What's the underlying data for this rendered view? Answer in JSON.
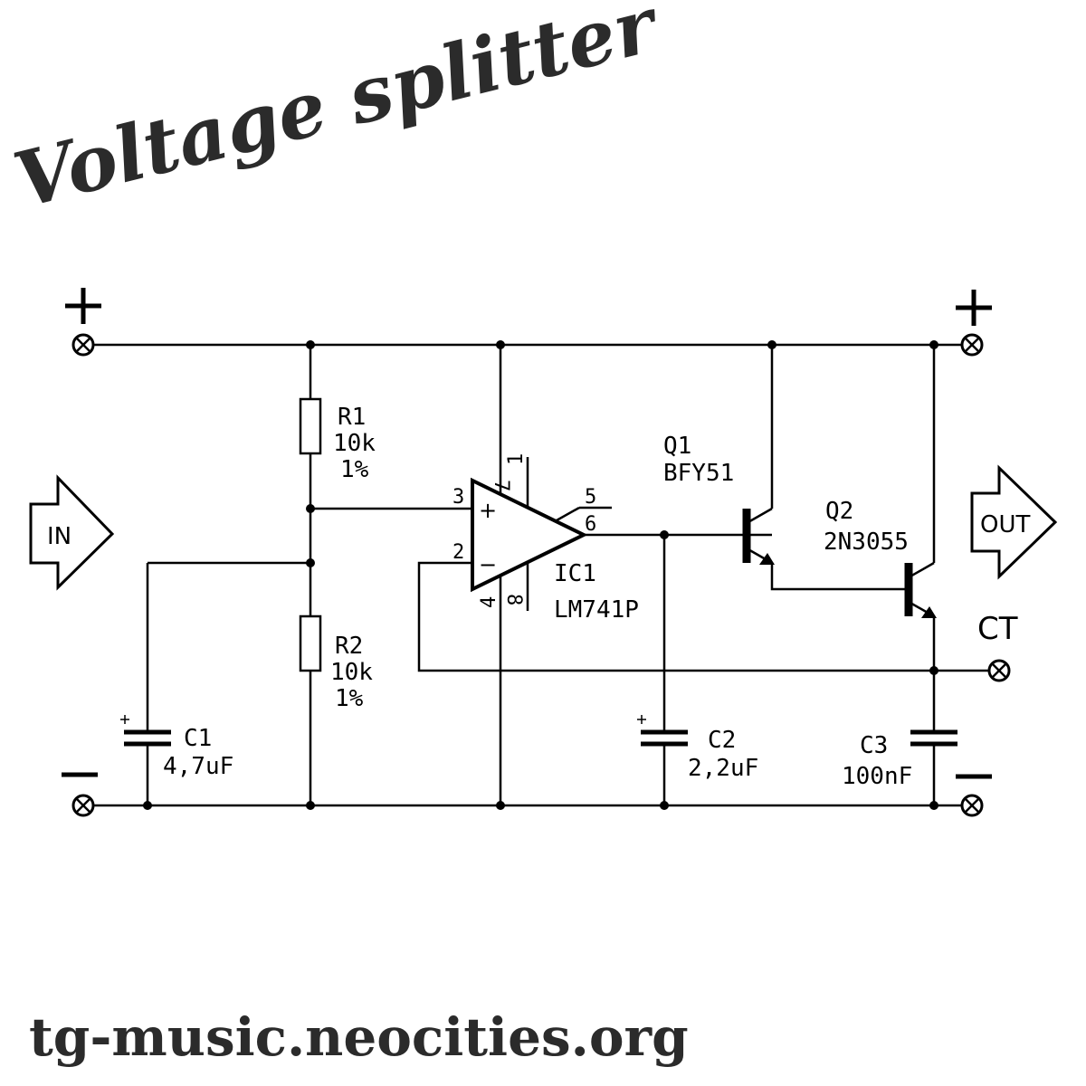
{
  "title": "Voltage splitter",
  "footer": "tg-music.neocities.org",
  "terminals": {
    "plus_left": "+",
    "plus_right": "+",
    "minus_left": "−",
    "minus_right": "−",
    "ct": "CT"
  },
  "arrows": {
    "in": "IN",
    "out": "OUT"
  },
  "components": {
    "r1": {
      "ref": "R1",
      "value": "10k",
      "tolerance": "1%"
    },
    "r2": {
      "ref": "R2",
      "value": "10k",
      "tolerance": "1%"
    },
    "c1": {
      "ref": "C1",
      "value": "4,7uF",
      "polarity": "+"
    },
    "c2": {
      "ref": "C2",
      "value": "2,2uF",
      "polarity": "+"
    },
    "c3": {
      "ref": "C3",
      "value": "100nF"
    },
    "q1": {
      "ref": "Q1",
      "part": "BFY51"
    },
    "q2": {
      "ref": "Q2",
      "part": "2N3055"
    },
    "ic1": {
      "ref": "IC1",
      "part": "LM741P",
      "noninv": "+",
      "inv": "−",
      "pins": {
        "p1": "1",
        "p2": "2",
        "p3": "3",
        "p4": "4",
        "p5": "5",
        "p6": "6",
        "p7": "7",
        "p8": "8"
      }
    }
  }
}
